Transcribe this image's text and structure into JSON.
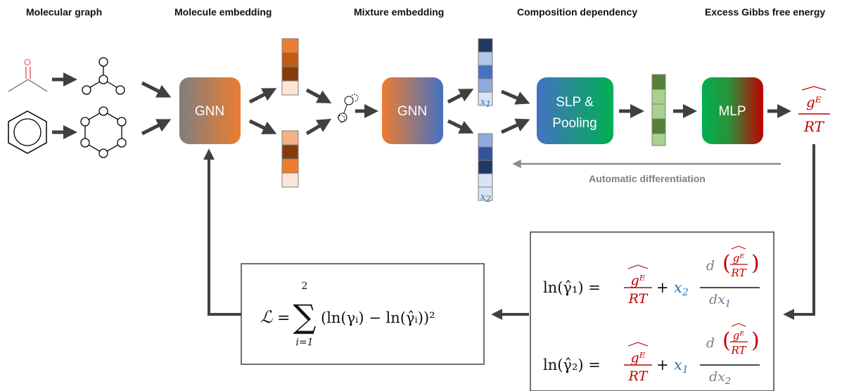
{
  "headers": {
    "molecular_graph": "Molecular graph",
    "molecule_embedding": "Molecule embedding",
    "mixture_embedding": "Mixture embedding",
    "composition_dependency": "Composition dependency",
    "excess_gibbs": "Excess Gibbs free energy"
  },
  "blocks": {
    "gnn1": "GNN",
    "gnn2": "GNN",
    "slp_line1": "SLP &",
    "slp_line2": "Pooling",
    "mlp": "MLP"
  },
  "vector_labels": {
    "x1_base": "x",
    "x1_sub": "1",
    "x2_base": "x",
    "x2_sub": "2"
  },
  "output_label": {
    "numerator": "gᴱ",
    "denominator": "RT"
  },
  "autodiff_label": "Automatic differentiation",
  "loss_box": {
    "symbol": "ℒ",
    "equals": "=",
    "sum": "∑",
    "upper": "2",
    "lower": "i=1",
    "body": "(ln(γᵢ) − ln(γ̂ᵢ))²"
  },
  "equations_box": {
    "eq1": {
      "lhs": "ln(γ̂₁) =",
      "frac_num": "gᴱ",
      "frac_den": "RT",
      "plus": "+",
      "x_base": "x",
      "x_sub": "2",
      "d_num": "d",
      "inner_num": "gᴱ",
      "inner_den": "RT",
      "dx": "dx",
      "dx_sub": "1"
    },
    "eq2": {
      "lhs": "ln(γ̂₂) =",
      "frac_num": "gᴱ",
      "frac_den": "RT",
      "plus": "+",
      "x_base": "x",
      "x_sub": "1",
      "d_num": "d",
      "inner_num": "gᴱ",
      "inner_den": "RT",
      "dx": "dx",
      "dx_sub": "2"
    }
  },
  "colors": {
    "red": "#c00000",
    "blue": "#2e75b6",
    "arrow": "#404040",
    "autodiff_arrow": "#8c8c8c"
  }
}
